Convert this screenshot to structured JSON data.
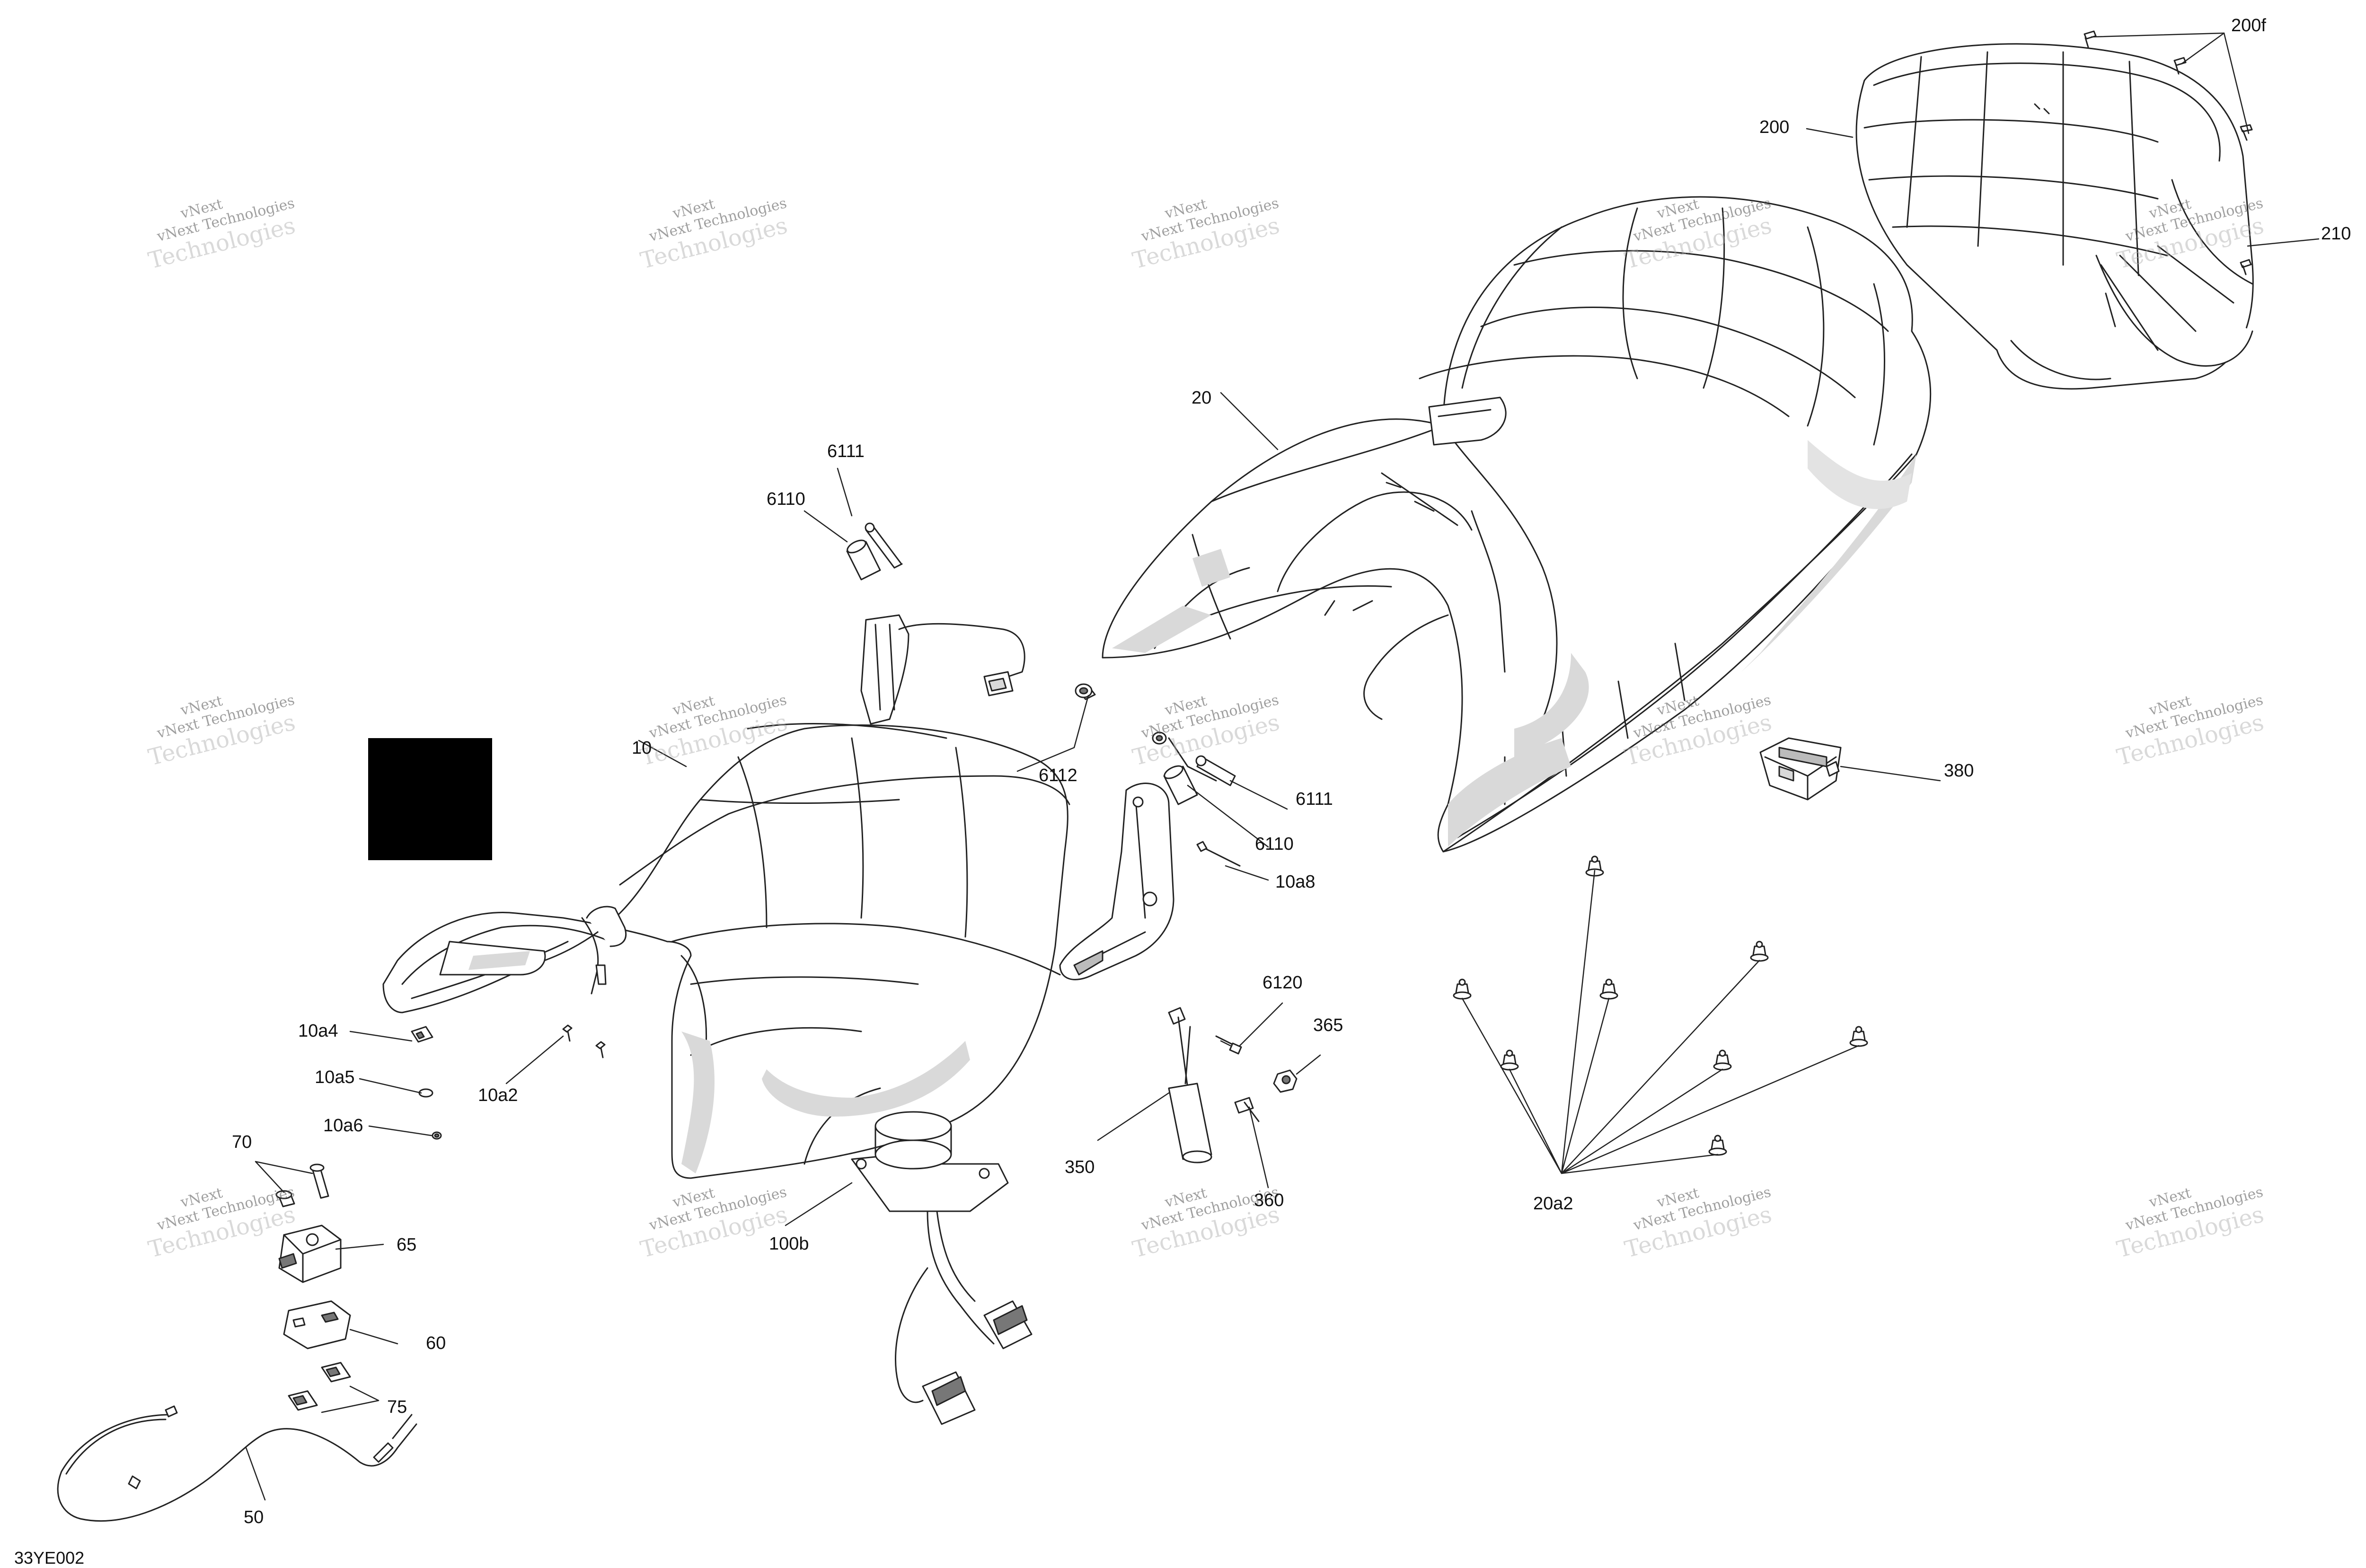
{
  "diagram_code": "33YE002",
  "watermark": {
    "line1": "vNext",
    "line2": "vNext Technologies",
    "line3": "Technologies"
  },
  "callouts": {
    "c200f": "200f",
    "c200": "200",
    "c210": "210",
    "c20": "20",
    "c6111a": "6111",
    "c6110a": "6110",
    "c6112": "6112",
    "c6111b": "6111",
    "c6110b": "6110",
    "c10a8": "10a8",
    "c10": "10",
    "c380": "380",
    "c10a4": "10a4",
    "c10a5": "10a5",
    "c10a6": "10a6",
    "c10a2": "10a2",
    "c70": "70",
    "c65": "65",
    "c60": "60",
    "c75": "75",
    "c50": "50",
    "c100b": "100b",
    "c6120": "6120",
    "c365": "365",
    "c350": "350",
    "c360": "360",
    "c20a2": "20a2"
  }
}
